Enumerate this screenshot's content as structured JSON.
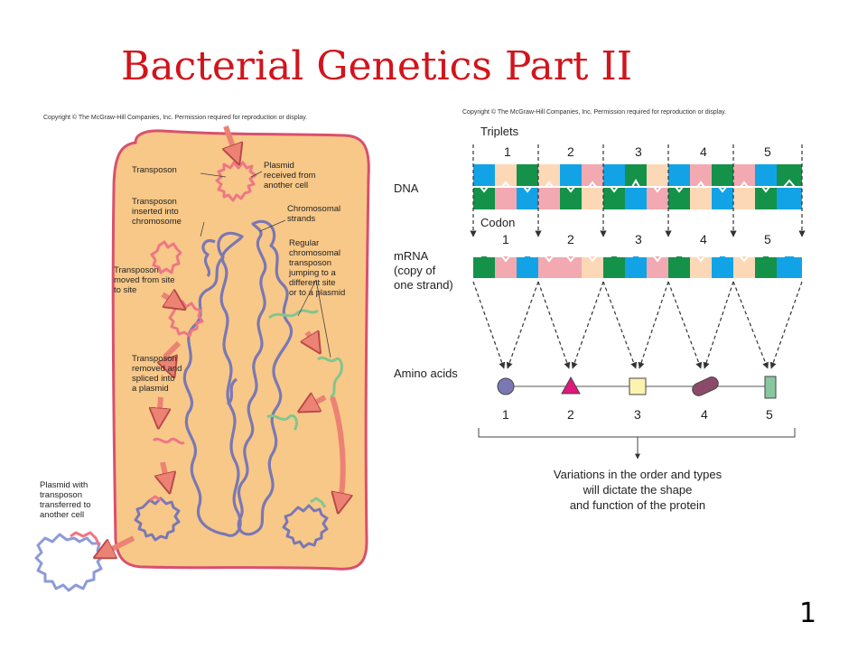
{
  "slide": {
    "title": "Bacterial Genetics Part II",
    "page_number": "1"
  },
  "left_figure": {
    "copyright": "Copyright © The McGraw-Hill Companies, Inc. Permission required for reproduction or display.",
    "labels": {
      "transposon": "Transposon",
      "plasmid_received": [
        "Plasmid",
        "received from",
        "another cell"
      ],
      "inserted": [
        "Transposon",
        "inserted into",
        "chromosome"
      ],
      "chromosomal_strands": [
        "Chromosomal",
        "strands"
      ],
      "moved": [
        "Transposon",
        "moved from site",
        "to site"
      ],
      "regular": [
        "Regular",
        "chromosomal",
        "transposon",
        "jumping to a",
        "different site",
        "or to a plasmid"
      ],
      "removed": [
        "Transposon",
        "removed and",
        "spliced into",
        "a plasmid"
      ],
      "transferred": [
        "Plasmid with",
        "transposon",
        "transferred to",
        "another cell"
      ]
    },
    "colors": {
      "cell_fill": "#f8c888",
      "cell_border": "#d9506e",
      "chromosome": "#7a78b4",
      "transposon": "#ee7784",
      "arrow": "#ec8274"
    }
  },
  "right_figure": {
    "copyright": "Copyright © The McGraw-Hill Companies, Inc. Permission required for reproduction or display.",
    "triplets_label": "Triplets",
    "triplet_numbers": [
      "1",
      "2",
      "3",
      "4",
      "5"
    ],
    "dna_label": "DNA",
    "codon_label": "Codon",
    "codon_numbers": [
      "1",
      "2",
      "3",
      "4",
      "5"
    ],
    "mrna_label": [
      "mRNA",
      "(copy of",
      "one strand)"
    ],
    "amino_acids_label": "Amino acids",
    "amino_numbers": [
      "1",
      "2",
      "3",
      "4",
      "5"
    ],
    "conclusion": [
      "Variations in the order and types",
      "will dictate the shape",
      "and function of the protein"
    ],
    "colors": {
      "blue": "#12a3e6",
      "green": "#14924a",
      "pink": "#f2a9b1",
      "peach": "#fdd8b6",
      "circle": "#7a78b4",
      "triangle": "#e0177c",
      "square": "#fbf3b0",
      "oval": "#8c4a6a",
      "rect": "#88c79e"
    }
  }
}
